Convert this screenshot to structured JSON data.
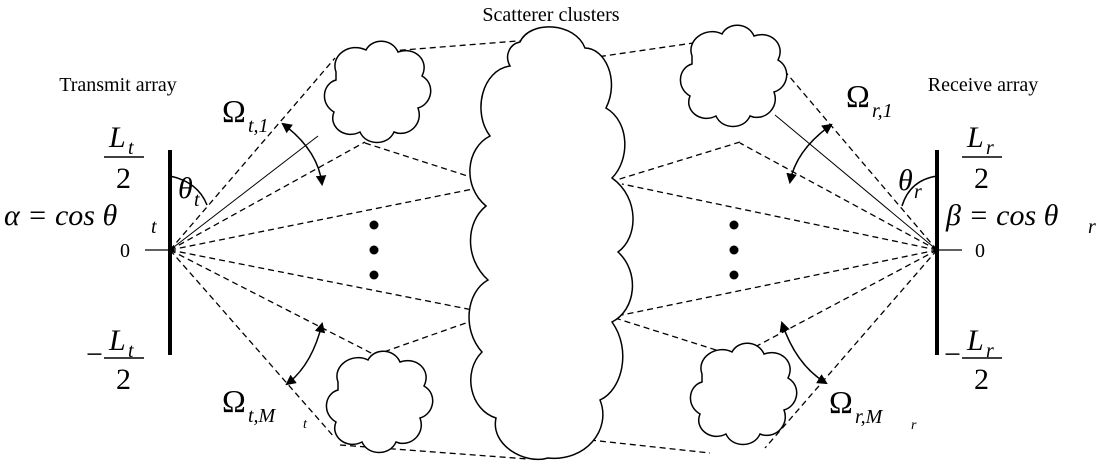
{
  "title": "Scatterer clusters",
  "transmit_label": "Transmit array",
  "receive_label": "Receive array",
  "tx": {
    "top_num": "L",
    "top_sub": "t",
    "top_den": "2",
    "bottom_minus": "−",
    "bottom_num": "L",
    "bottom_sub": "t",
    "bottom_den": "2",
    "zero": "0",
    "angle": "θ",
    "angle_sub": "t",
    "alpha_eq": "α = cos θ",
    "alpha_sub": "t",
    "omega1": "Ω",
    "omega1_sub": "t,1",
    "omegaM": "Ω",
    "omegaM_sub": "t,M",
    "omegaM_subsub": "t"
  },
  "rx": {
    "top_num": "L",
    "top_sub": "r",
    "top_den": "2",
    "bottom_minus": "−",
    "bottom_num": "L",
    "bottom_sub": "r",
    "bottom_den": "2",
    "zero": "0",
    "angle": "θ",
    "angle_sub": "r",
    "beta_eq": "β = cos θ",
    "beta_sub": "r",
    "omega1": "Ω",
    "omega1_sub": "r,1",
    "omegaM": "Ω",
    "omegaM_sub": "r,M",
    "omegaM_subsub": "r"
  }
}
